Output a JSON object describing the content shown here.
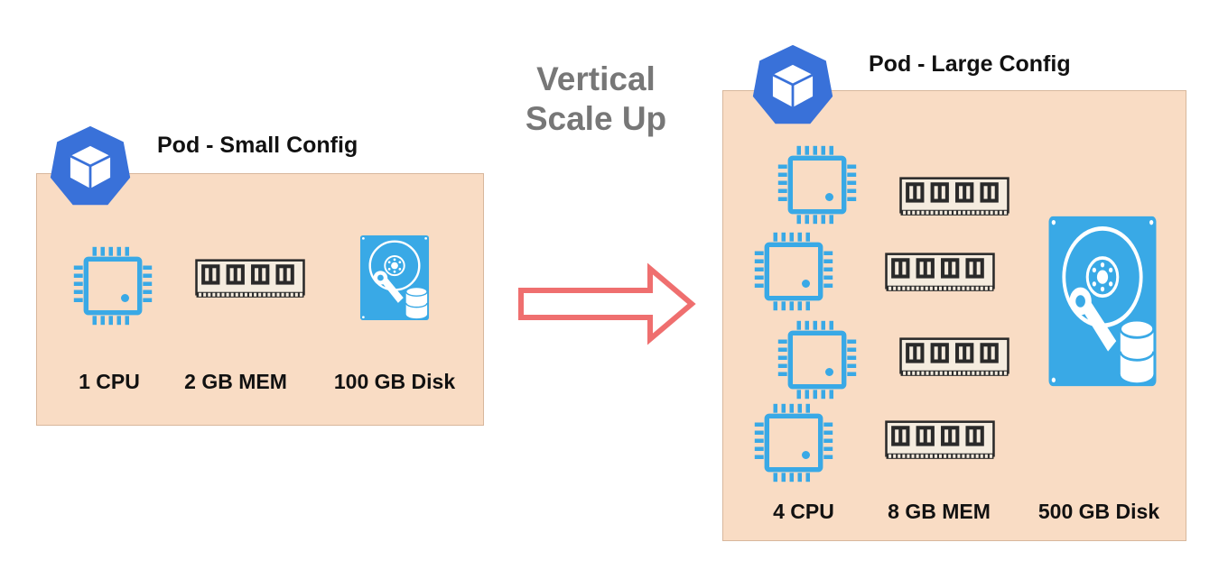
{
  "diagram": {
    "scale_label_line1": "Vertical",
    "scale_label_line2": "Scale Up",
    "small_pod": {
      "title": "Pod - Small Config",
      "cpu_label": "1 CPU",
      "mem_label": "2 GB MEM",
      "disk_label": "100 GB Disk",
      "cpu_count": 1,
      "mem_count": 1,
      "disk_count": 1
    },
    "large_pod": {
      "title": "Pod - Large Config",
      "cpu_label": "4 CPU",
      "mem_label": "8 GB MEM",
      "disk_label": "500 GB Disk",
      "cpu_count": 4,
      "mem_count": 4,
      "disk_count": 1
    }
  },
  "colors": {
    "pod_box_fill": "#f9dcc4",
    "pod_box_border": "#d8b79c",
    "kube_blue": "#3971d9",
    "icon_blue": "#39a9e6",
    "ram_dark": "#2a2a2a",
    "ram_fill": "#f5ecdf",
    "arrow_red": "#ef6f6f",
    "scale_text": "#777777"
  },
  "icons": {
    "pod_icon": "kubernetes-pod-cube-icon",
    "cpu_icon": "cpu-chip-icon",
    "mem_icon": "ram-module-icon",
    "disk_icon": "hard-disk-icon",
    "arrow_icon": "right-arrow-icon"
  }
}
